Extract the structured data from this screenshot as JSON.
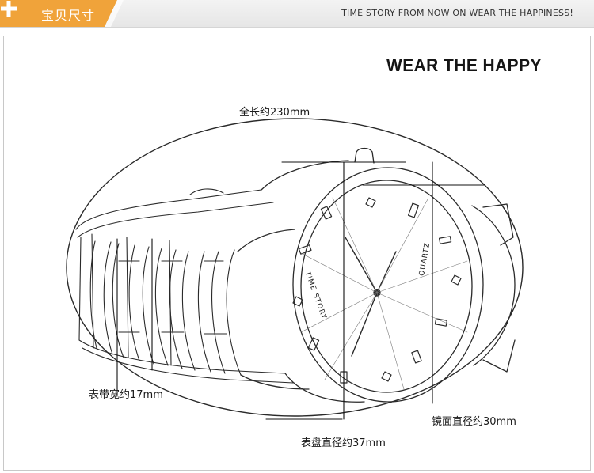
{
  "header": {
    "title": "宝贝尺寸",
    "slogan": "TIME STORY FROM NOW ON WEAR THE HAPPINESS!",
    "accent": "#f0a33a",
    "plus_icon": "plus-icon"
  },
  "brand_heading": "WEAR THE HAPPY",
  "watch": {
    "dial_left": "TIME STORY",
    "dial_right": "QUARTZ"
  },
  "dimensions": {
    "total_length": "全长约230mm",
    "band_width": "表带宽约17mm",
    "glass_diameter": "镜面直径约30mm",
    "case_diameter": "表盘直径约37mm"
  }
}
